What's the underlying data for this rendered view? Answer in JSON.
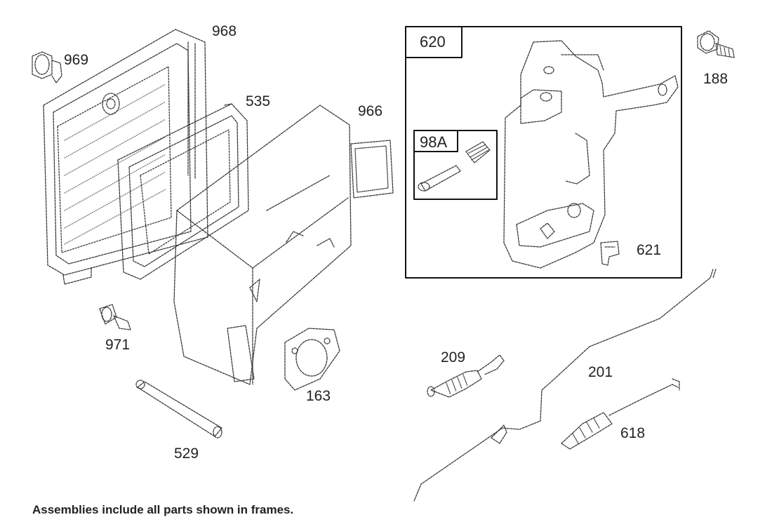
{
  "diagram": {
    "parts": [
      {
        "id": "air-filter-cover",
        "callout": "968"
      },
      {
        "id": "cover-knob",
        "callout": "969"
      },
      {
        "id": "pre-cleaner",
        "callout": "535"
      },
      {
        "id": "filter-base",
        "callout": "966"
      },
      {
        "id": "carburetor-linkage-bracket",
        "callout": "620"
      },
      {
        "id": "adjust-screw-kit",
        "callout": "98A"
      },
      {
        "id": "screw",
        "callout": "188"
      },
      {
        "id": "clip",
        "callout": "621"
      },
      {
        "id": "screw-filter",
        "callout": "971"
      },
      {
        "id": "gasket",
        "callout": "163"
      },
      {
        "id": "breather-tube",
        "callout": "529"
      },
      {
        "id": "governor-spring",
        "callout": "209"
      },
      {
        "id": "governor-link",
        "callout": "201"
      },
      {
        "id": "link-spring",
        "callout": "618"
      }
    ],
    "footnote": "Assemblies include all parts shown in frames."
  }
}
